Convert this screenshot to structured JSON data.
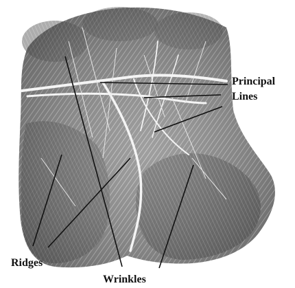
{
  "labels": {
    "principal_lines": [
      "Principal",
      "Lines"
    ],
    "ridges": "Ridges",
    "wrinkles": "Wrinkles"
  },
  "colors": {
    "background": "#ffffff",
    "palm_ink": "#7a7a7a",
    "leader_lines": "#111111",
    "text": "#111111"
  }
}
